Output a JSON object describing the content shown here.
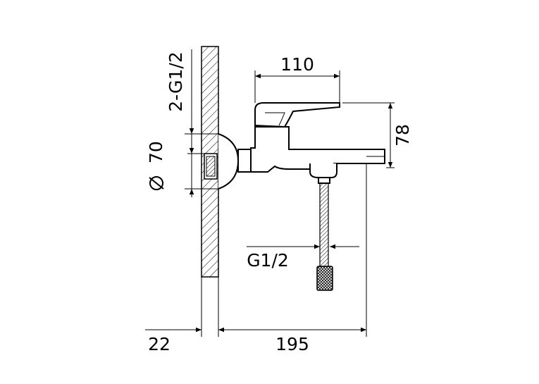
{
  "dimensions": {
    "spout_width": "110",
    "height": "78",
    "thread_vertical": "2-G1/2",
    "diameter": "70",
    "hose_thread": "G1/2",
    "wall_offset": "22",
    "total_projection": "195"
  },
  "symbols": {
    "diameter_icon": "diameter-symbol"
  }
}
